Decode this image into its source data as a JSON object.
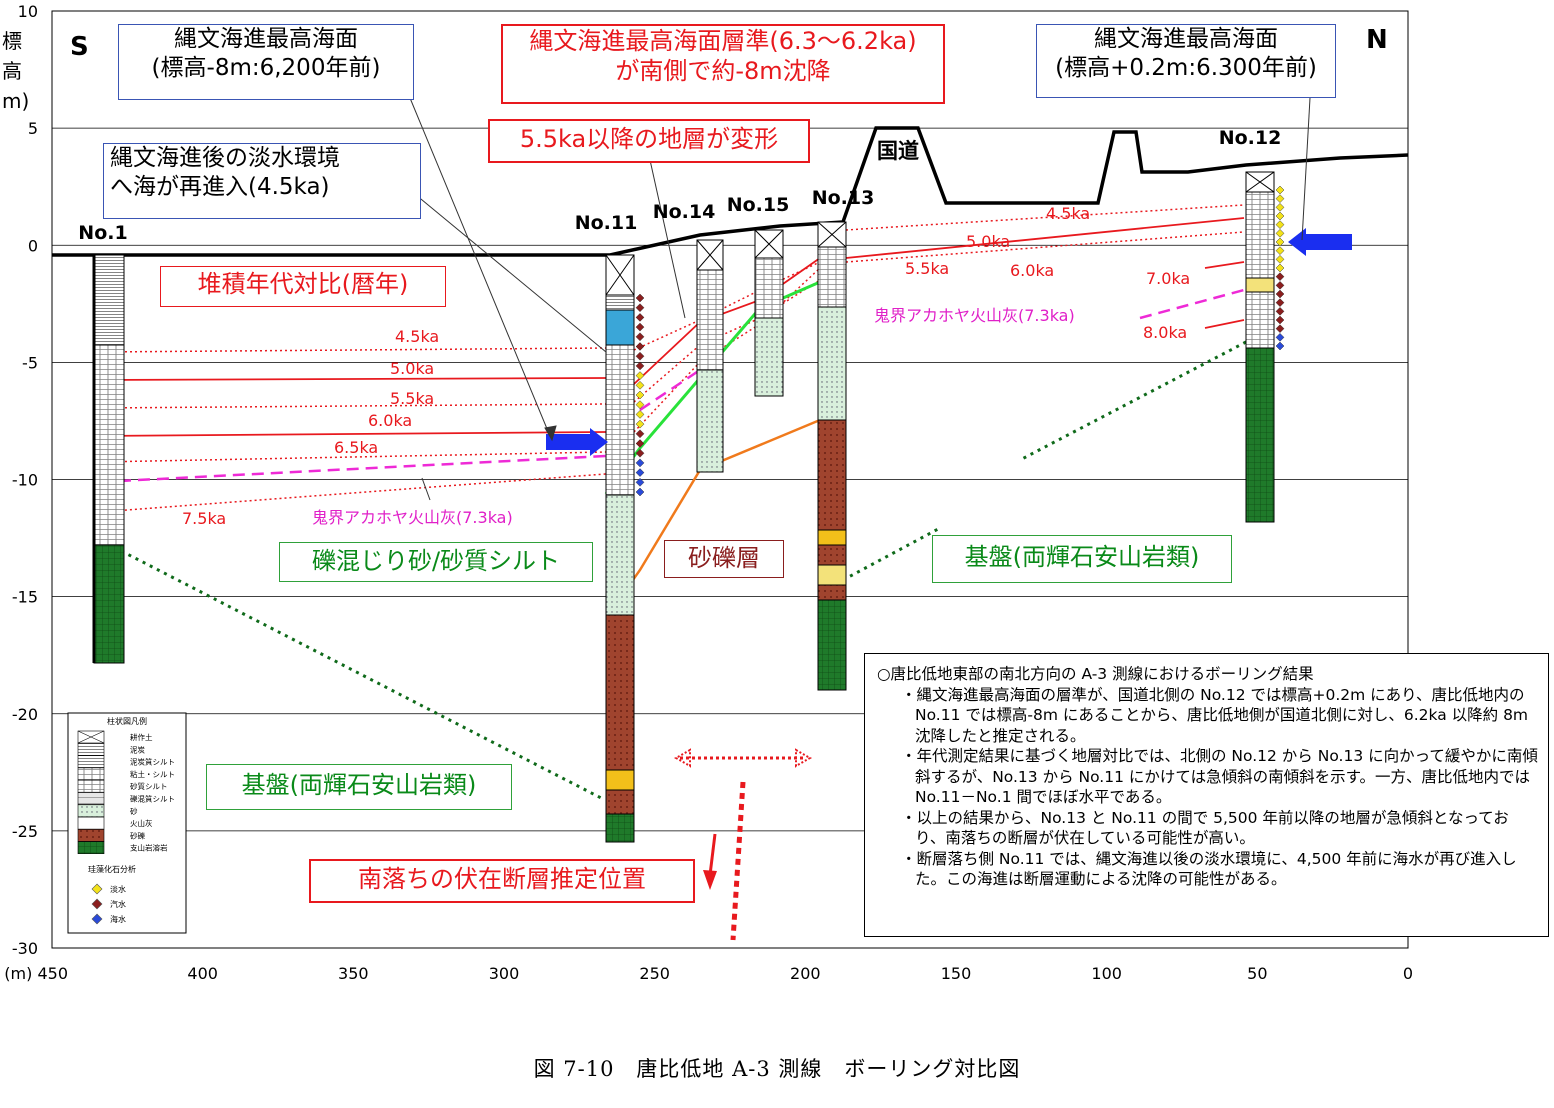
{
  "chart_data": {
    "type": "diagram",
    "y_axis_label": "標高(m)",
    "y_ticks": [
      "10",
      "5",
      "0",
      "-5",
      "-10",
      "-15",
      "-20",
      "-25",
      "-30"
    ],
    "x_ticks": [
      "(m) 450",
      "400",
      "350",
      "300",
      "250",
      "200",
      "150",
      "100",
      "50",
      "0"
    ],
    "ylim": [
      -30,
      10
    ],
    "xlim": [
      450,
      0
    ],
    "direction_left": "S",
    "direction_right": "N",
    "boreholes": [
      "No.1",
      "No.11",
      "No.14",
      "No.15",
      "No.13",
      "No.12"
    ],
    "road_label": "国道",
    "age_labels_left": [
      "4.5ka",
      "5.0ka",
      "5.5ka",
      "6.0ka",
      "6.5ka",
      "7.5ka"
    ],
    "age_labels_right": [
      "4.5ka",
      "5.0ka",
      "5.5ka",
      "6.0ka",
      "7.0ka",
      "8.0ka"
    ],
    "ash_label_left": "鬼界アカホヤ火山灰(7.3ka)",
    "ash_label_right": "鬼界アカホヤ火山灰(7.3ka)"
  },
  "boxes": {
    "top_left_line1": "縄文海進最高海面",
    "top_left_line2": "(標高-8m:6,200年前)",
    "top_center_line1": "縄文海進最高海面層準(6.3～6.2ka)",
    "top_center_line2": "が南側で約-8m沈降",
    "top_right_line1": "縄文海進最高海面",
    "top_right_line2": "(標高+0.2m:6.300年前)",
    "deform": "5.5ka以降の地層が変形",
    "fresh_line1": "縄文海進後の淡水環境",
    "fresh_line2": "へ海が再進入(4.5ka)",
    "dating": "堆積年代対比(暦年)",
    "gravel_sand": "礫混じり砂/砂質シルト",
    "gravel": "砂礫層",
    "bedrock_right": "基盤(両輝石安山岩類)",
    "bedrock_left": "基盤(両輝石安山岩類)",
    "fault": "南落ちの伏在断層推定位置"
  },
  "legend": {
    "title": "柱状図凡例",
    "items": [
      "耕作土",
      "泥炭",
      "泥炭質シルト",
      "粘土・シルト",
      "砂質シルト",
      "礫混質シルト",
      "砂",
      "火山灰",
      "砂礫",
      "支山岩溶岩"
    ],
    "fossil_title": "珪藻化石分析",
    "fossil_items": [
      "淡水",
      "汽水",
      "海水"
    ]
  },
  "note": {
    "heading": "○唐比低地東部の南北方向の A-3 測線におけるボーリング結果",
    "bullets": [
      "・縄文海進最高海面の層準が、国道北側の No.12 では標高+0.2m にあり、唐比低地内の No.11 では標高-8m にあることから、唐比低地側が国道北側に対し、6.2ka 以降約 8m 沈降したと推定される。",
      "・年代測定結果に基づく地層対比では、北側の No.12 から No.13 に向かって緩やかに南傾斜するが、No.13 から No.11 にかけては急傾斜の南傾斜を示す。一方、唐比低地内では No.11－No.1 間でほぼ水平である。",
      "・以上の結果から、No.13 と No.11 の間で 5,500 年前以降の地層が急傾斜となっており、南落ちの断層が伏在している可能性が高い。",
      "・断層落ち側 No.11 では、縄文海進以後の淡水環境に、4,500 年前に海水が再び進入した。この海進は断層運動による沈降の可能性がある。"
    ]
  },
  "caption": "図 7-10　唐比低地 A-3 測線　ボーリング対比図"
}
